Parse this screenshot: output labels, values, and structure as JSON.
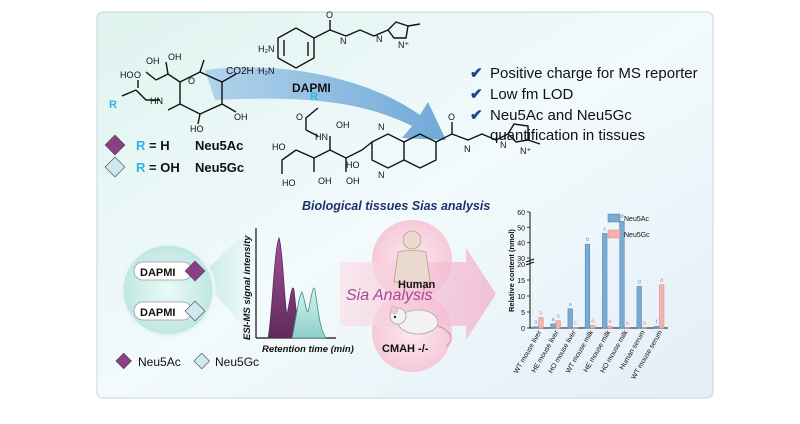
{
  "reagent": {
    "name": "DAPMI",
    "r_h": "R = H",
    "r_oh": "R = OH",
    "neu5ac": "Neu5Ac",
    "neu5gc": "Neu5Gc",
    "acid_label": "CO2H"
  },
  "advantages": [
    "Positive charge for MS reporter",
    "Low fm LOD",
    "Neu5Ac and Neu5Gc",
    "quantification in tissues"
  ],
  "workflow": {
    "title": "Biological tissues Sias analysis",
    "center_label": "Sia Analysis",
    "human": "Human",
    "mouse": "CMAH -/-",
    "tag1": "DAPMI",
    "tag2": "DAPMI",
    "legend_ac": "Neu5Ac",
    "legend_gc": "Neu5Gc",
    "chrom_ylabel": "ESI-MS signal intensity",
    "chrom_xlabel": "Retention time (min)"
  },
  "colors": {
    "neu5ac": "#8b3f86",
    "neu5gc": "#cfe8f2",
    "arrow": "#6aa8d8",
    "bar_ac": "#7aa9d4",
    "bar_gc": "#f3b3b0",
    "check": "#1f3f8f"
  },
  "chart_data": {
    "type": "bar",
    "ylabel": "Relative content (nmol)",
    "categories": [
      "WT mouse liver",
      "HE mouse liver",
      "HO mouse liver",
      "WT mouse milk",
      "HE mouse milk",
      "HO mouse milk",
      "Human serum",
      "WT mouse serum"
    ],
    "series": [
      {
        "name": "Neu5Ac",
        "values": [
          0.4,
          1.3,
          6.0,
          39,
          46,
          54,
          13,
          0.5
        ]
      },
      {
        "name": "Neu5Gc",
        "values": [
          3.3,
          2.3,
          0.2,
          0.8,
          0.6,
          0.2,
          0.2,
          13.5
        ]
      }
    ],
    "letters_ac": [
      "a",
      "a",
      "e",
      "b",
      "c",
      "d",
      "d",
      "f"
    ],
    "letters_gc": [
      "b",
      "a",
      "c",
      "a",
      "a",
      "a",
      "a",
      "d"
    ],
    "y_ticks_lower": [
      "0",
      "5",
      "10",
      "15",
      "20"
    ],
    "y_ticks_upper": [
      "30",
      "40",
      "50",
      "60"
    ]
  }
}
